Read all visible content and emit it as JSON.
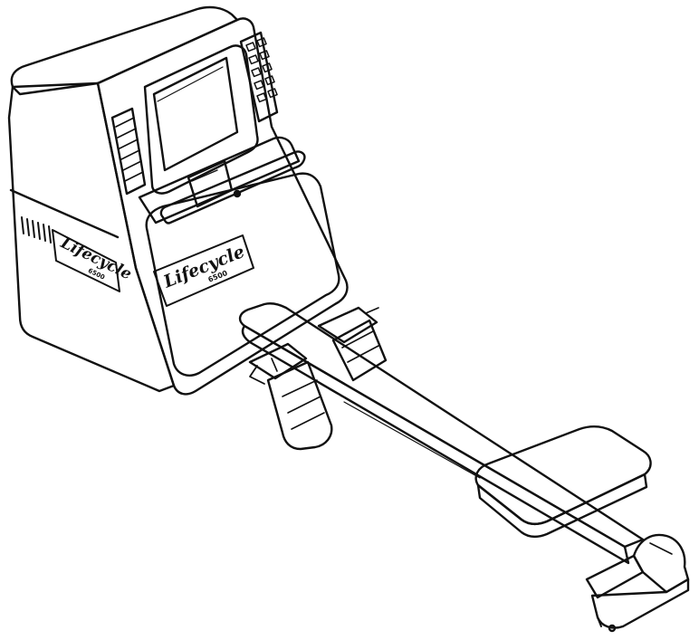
{
  "illustration": {
    "subject": "rowing-machine-line-drawing",
    "ink_color": "#111111",
    "paper_color": "#ffffff",
    "brand_logo": {
      "side_panel": {
        "wordmark": "Lifecycle",
        "model": "6500"
      },
      "front_panel": {
        "wordmark": "Lifecycle",
        "model": "6500"
      }
    }
  }
}
